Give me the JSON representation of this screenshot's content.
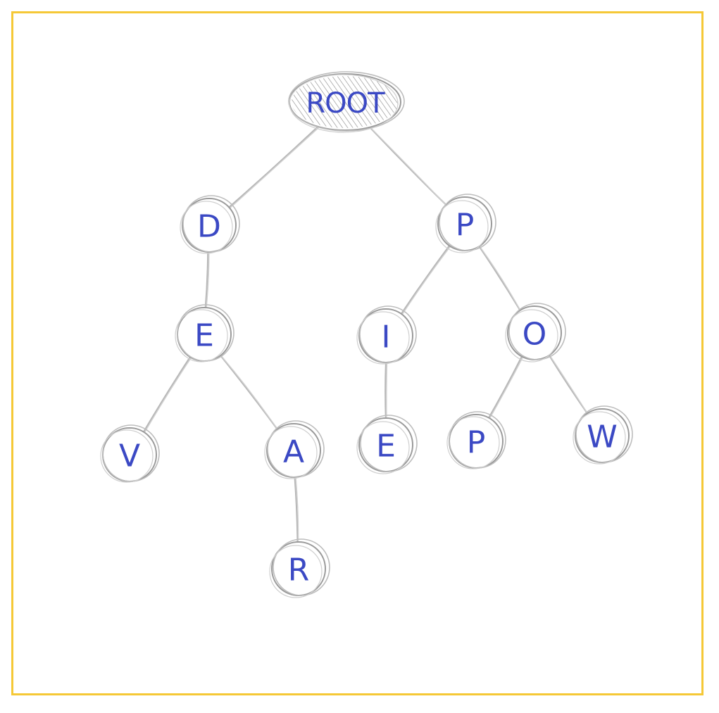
{
  "diagram": {
    "type": "tree",
    "root": "root",
    "nodes": [
      {
        "id": "root",
        "label": "ROOT",
        "shape": "ellipse",
        "filled": true
      },
      {
        "id": "n1",
        "label": "D",
        "shape": "circle",
        "filled": false
      },
      {
        "id": "n2",
        "label": "P",
        "shape": "circle",
        "filled": false
      },
      {
        "id": "n3",
        "label": "E",
        "shape": "circle",
        "filled": false
      },
      {
        "id": "n4",
        "label": "I",
        "shape": "circle",
        "filled": false
      },
      {
        "id": "n5",
        "label": "O",
        "shape": "circle",
        "filled": false
      },
      {
        "id": "n6",
        "label": "V",
        "shape": "circle",
        "filled": false
      },
      {
        "id": "n7",
        "label": "A",
        "shape": "circle",
        "filled": false
      },
      {
        "id": "n8",
        "label": "E",
        "shape": "circle",
        "filled": false
      },
      {
        "id": "n9",
        "label": "P",
        "shape": "circle",
        "filled": false
      },
      {
        "id": "n10",
        "label": "W",
        "shape": "circle",
        "filled": false
      },
      {
        "id": "n11",
        "label": "R",
        "shape": "circle",
        "filled": false
      }
    ],
    "edges": [
      {
        "from": "root",
        "to": "n1"
      },
      {
        "from": "root",
        "to": "n2"
      },
      {
        "from": "n1",
        "to": "n3"
      },
      {
        "from": "n2",
        "to": "n4"
      },
      {
        "from": "n2",
        "to": "n5"
      },
      {
        "from": "n3",
        "to": "n6"
      },
      {
        "from": "n3",
        "to": "n7"
      },
      {
        "from": "n4",
        "to": "n8"
      },
      {
        "from": "n5",
        "to": "n9"
      },
      {
        "from": "n5",
        "to": "n10"
      },
      {
        "from": "n7",
        "to": "n11"
      }
    ]
  },
  "colors": {
    "frame": "#f5c836",
    "label": "#3b49c4",
    "pencil": "#9a9a9a",
    "root_fill": "#8c8c8c"
  }
}
